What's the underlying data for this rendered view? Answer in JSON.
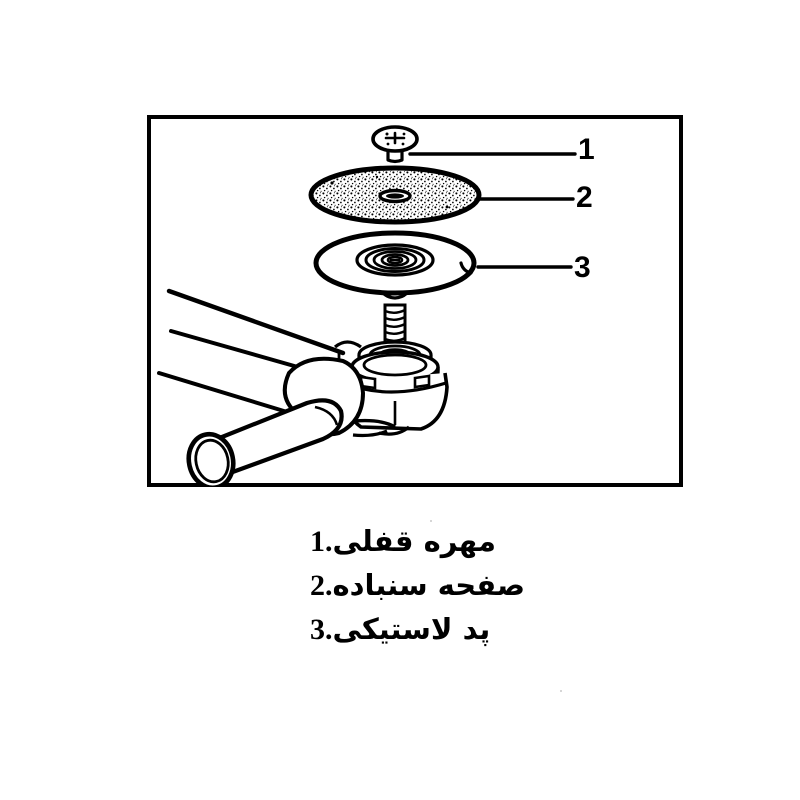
{
  "document": {
    "type": "exploded-parts-diagram",
    "subject": "angle grinder sanding disc attachment",
    "background_color": "#ffffff",
    "ink_color": "#000000"
  },
  "figure": {
    "frame": {
      "border_color": "#000000",
      "border_width": 4,
      "fill": "#ffffff"
    },
    "callouts": [
      {
        "number": "1",
        "target": "locking-nut"
      },
      {
        "number": "2",
        "target": "sanding-disc"
      },
      {
        "number": "3",
        "target": "rubber-pad"
      }
    ],
    "parts": [
      {
        "id": "locking-nut",
        "name": "locking-nut",
        "description": "round slotted head screw nut"
      },
      {
        "id": "sanding-disc",
        "name": "sanding-disc",
        "description": "stippled abrasive disc with centre hole"
      },
      {
        "id": "rubber-pad",
        "name": "rubber-pad",
        "description": "backing pad with concentric rings and hub"
      },
      {
        "id": "spindle",
        "name": "threaded-spindle",
        "description": "threaded output shaft"
      },
      {
        "id": "gear-head",
        "name": "gear-head",
        "description": "grinder gearbox head with flange"
      },
      {
        "id": "grinder-body",
        "name": "grinder-body",
        "description": "motor housing body"
      },
      {
        "id": "side-handle",
        "name": "side-handle",
        "description": "auxiliary side handle"
      }
    ]
  },
  "legend": {
    "items": [
      {
        "index": "1",
        "label": "مهره قفلی"
      },
      {
        "index": "2",
        "label": "صفحه سنباده"
      },
      {
        "index": "3",
        "label": "پد لاستیکی"
      }
    ]
  }
}
